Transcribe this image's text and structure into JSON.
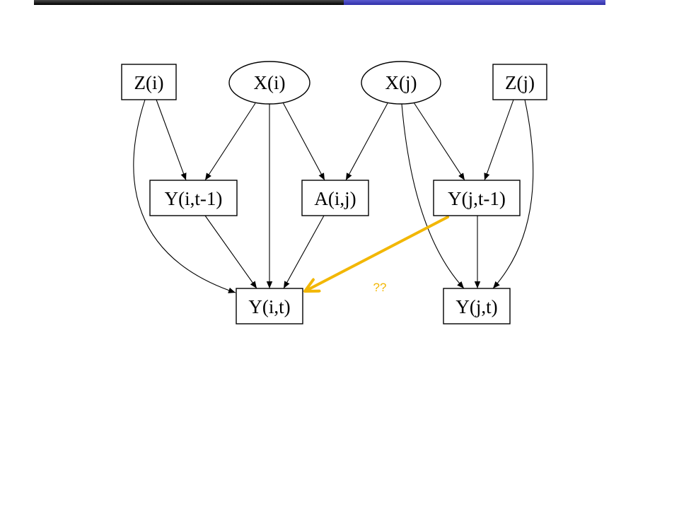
{
  "header": {
    "bar_left_color": "#111111",
    "bar_right_color": "#3636b0"
  },
  "diagram": {
    "nodes": {
      "z_i": "Z(i)",
      "x_i": "X(i)",
      "x_j": "X(j)",
      "z_j": "Z(j)",
      "y_i_t1": "Y(i,t-1)",
      "a_ij": "A(i,j)",
      "y_j_t1": "Y(j,t-1)",
      "y_i_t": "Y(i,t)",
      "y_j_t": "Y(j,t)"
    },
    "annotation": {
      "label": "??",
      "color": "#f2b705"
    }
  }
}
